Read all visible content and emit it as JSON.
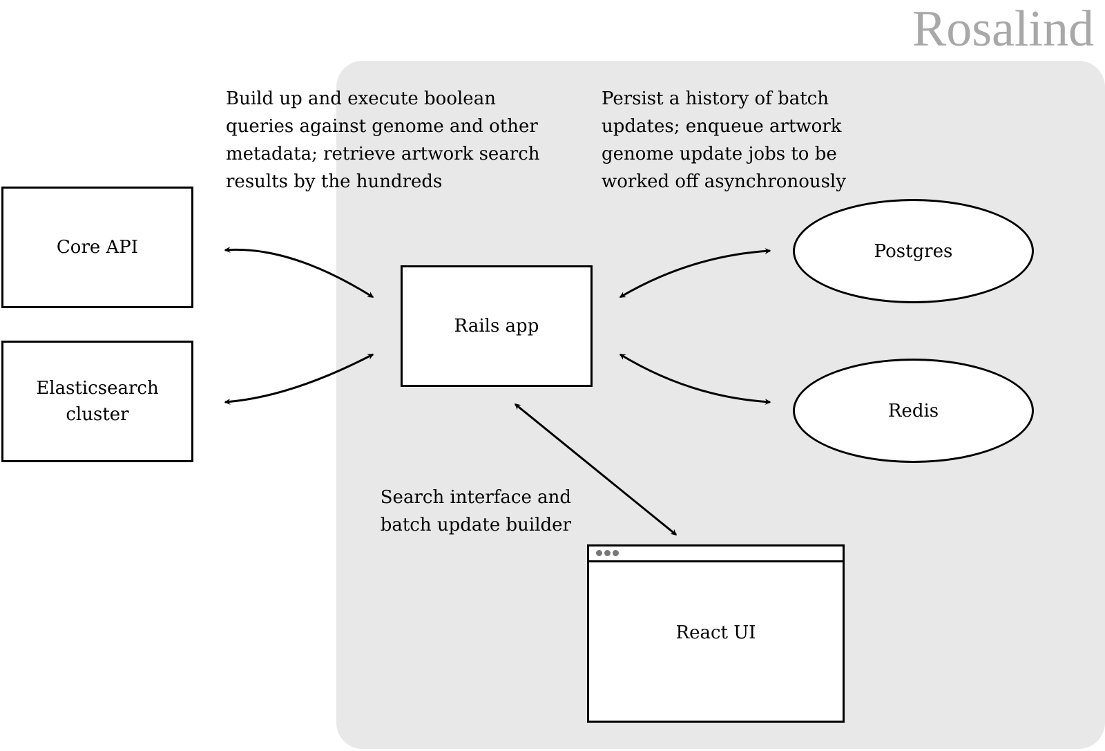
{
  "brand": "Rosalind",
  "nodes": {
    "core_api": "Core API",
    "elasticsearch_line1": "Elasticsearch",
    "elasticsearch_line2": "cluster",
    "rails_app": "Rails app",
    "postgres": "Postgres",
    "redis": "Redis",
    "react_ui": "React UI"
  },
  "annotations": {
    "search_queries": "Build up and execute boolean\nqueries against genome and other\nmetadata; retrieve artwork search\nresults by the hundreds",
    "persistence": "Persist a history of batch\nupdates; enqueue artwork\ngenome update jobs to be\nworked off asynchronously",
    "ui": "Search interface and\nbatch update builder"
  },
  "connections": [
    {
      "from": "core_api",
      "to": "rails_app",
      "direction": "bidirectional"
    },
    {
      "from": "elasticsearch",
      "to": "rails_app",
      "direction": "bidirectional"
    },
    {
      "from": "rails_app",
      "to": "postgres",
      "direction": "bidirectional"
    },
    {
      "from": "rails_app",
      "to": "redis",
      "direction": "bidirectional"
    },
    {
      "from": "rails_app",
      "to": "react_ui",
      "direction": "bidirectional"
    }
  ],
  "colors": {
    "region": "#e8e8e8",
    "brand": "#a8a8a8",
    "stroke": "#000000"
  }
}
